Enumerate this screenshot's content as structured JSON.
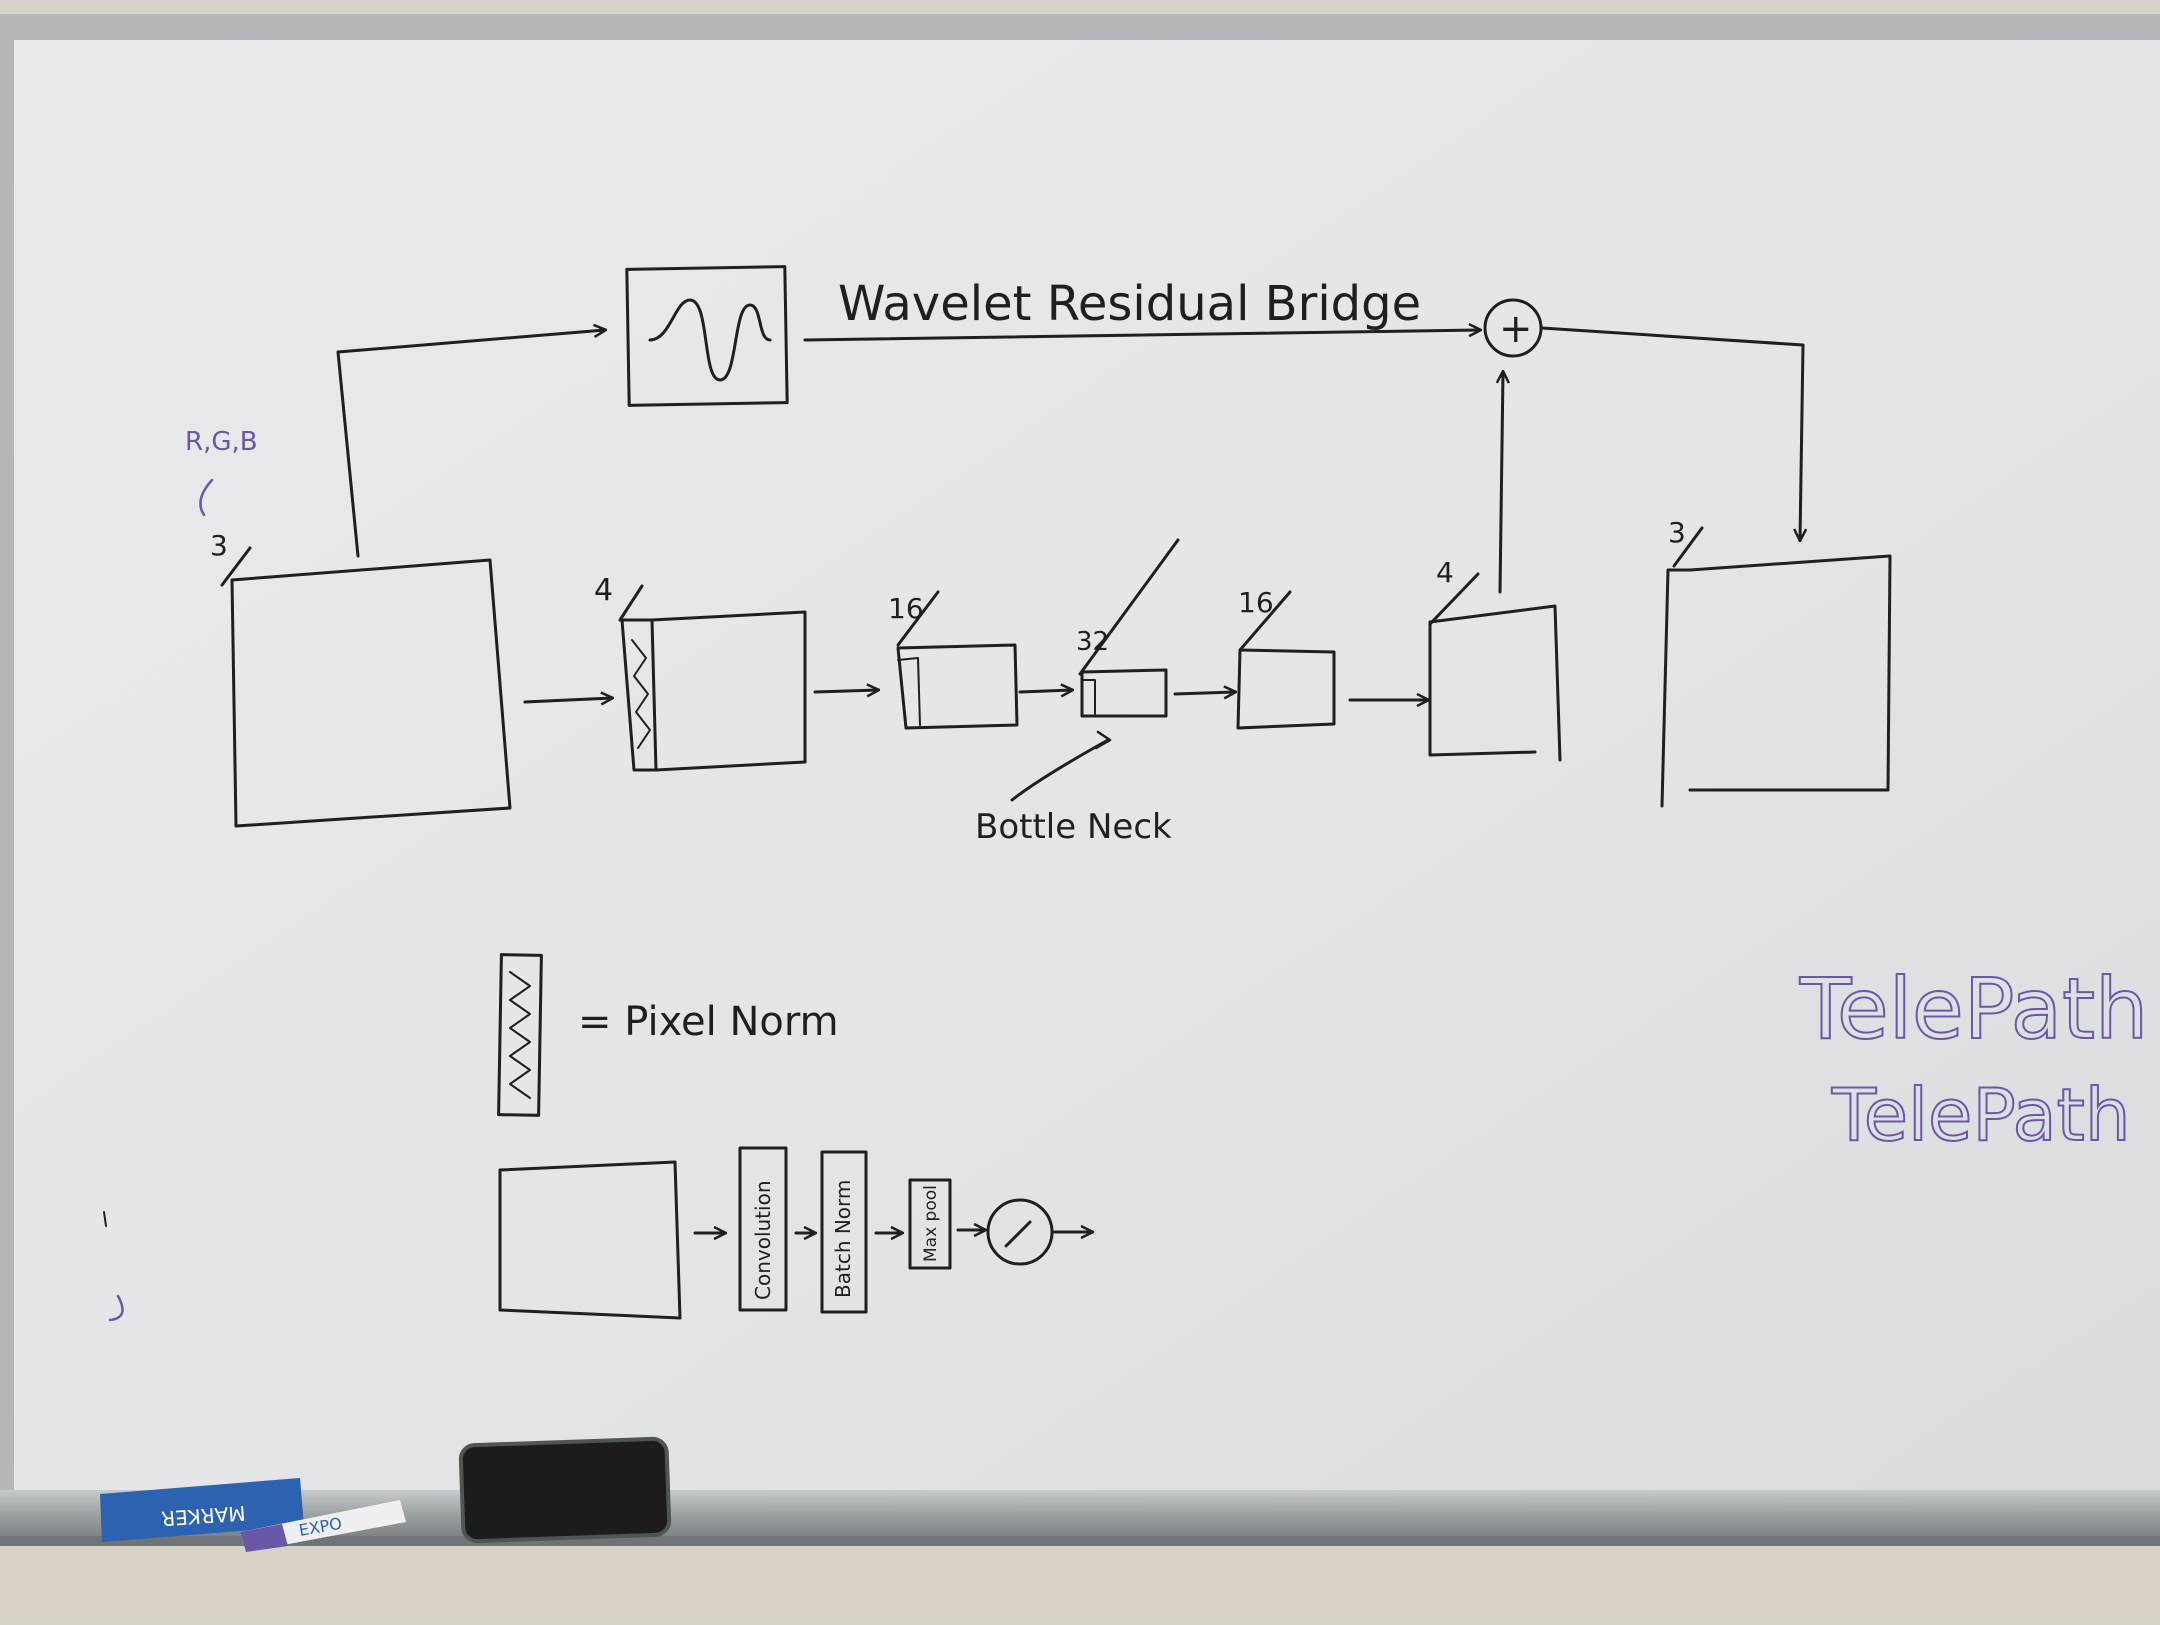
{
  "colors": {
    "wall": "#d8d3c6",
    "board": "#e6e8e9",
    "board_edge": "#c9ccce",
    "frame": "#a7abae",
    "ink": "#1e1f22",
    "purple_ink": "#6a57a8",
    "eraser": "#2d62b0",
    "phone": "#1c1d1b"
  },
  "diagram": {
    "top_note": "R,G,B",
    "input_channels": "3",
    "bridge_label": "Wavelet Residual Bridge",
    "add_symbol": "+",
    "channel_labels": [
      "4",
      "16",
      "32",
      "16",
      "4"
    ],
    "output_channels": "3",
    "bottleneck_label": "Bottle Neck",
    "legend_pixel_norm": "= Pixel Norm",
    "legend_blocks": [
      "Convolution",
      "Batch Norm",
      "Max pool"
    ],
    "side_note_1": "TelePath",
    "side_note_2": "TelePath"
  },
  "tray": {
    "eraser_text": "MARKER",
    "marker_text": "EXPO"
  }
}
